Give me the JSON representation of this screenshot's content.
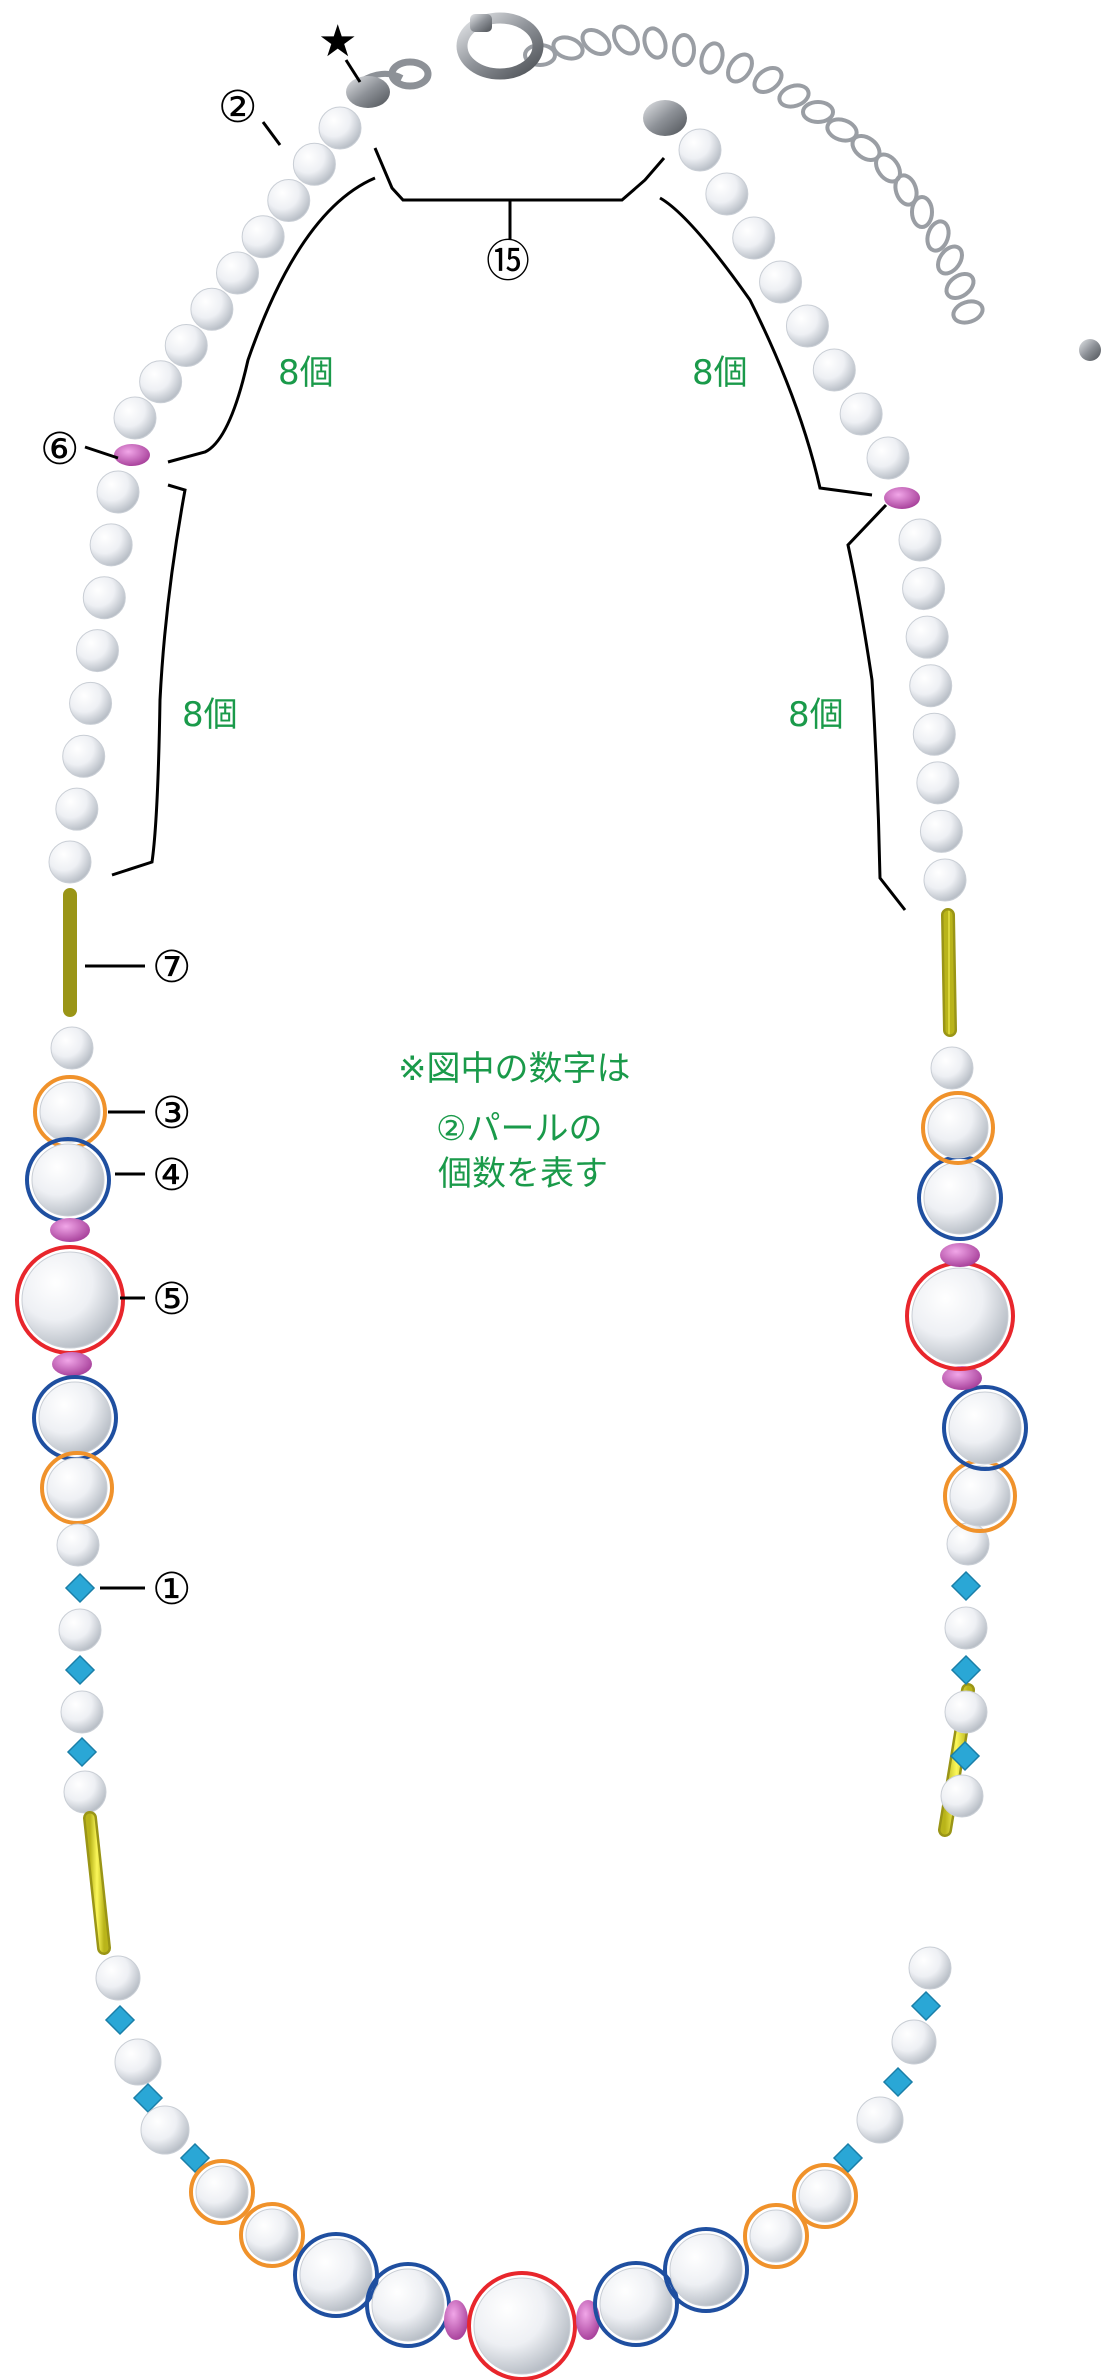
{
  "labels": {
    "star": "★",
    "clasp_pearl": "②",
    "spacer": "⑥",
    "bugle": "⑦",
    "medium_pearl_orange": "③",
    "medium_pearl_blue": "④",
    "large_pearl_red": "⑤",
    "crystal_bead": "①",
    "clasp_gap": "⑮"
  },
  "counts": {
    "left_upper": "8個",
    "left_lower": "8個",
    "right_upper": "8個",
    "right_lower": "8個"
  },
  "note": {
    "line1": "※図中の数字は",
    "line2": "②パールの",
    "line3": "個数を表す"
  },
  "colors": {
    "note_text": "#1a9a4a",
    "ring_orange": "#f0922b",
    "ring_blue": "#1f4fa0",
    "ring_red": "#e8262c",
    "crystal": "#2aa7d6",
    "spacer": "#c458b8",
    "bugle": "#e6e12e",
    "pearl": "#eef0f3",
    "chain": "#9a9ea4"
  }
}
